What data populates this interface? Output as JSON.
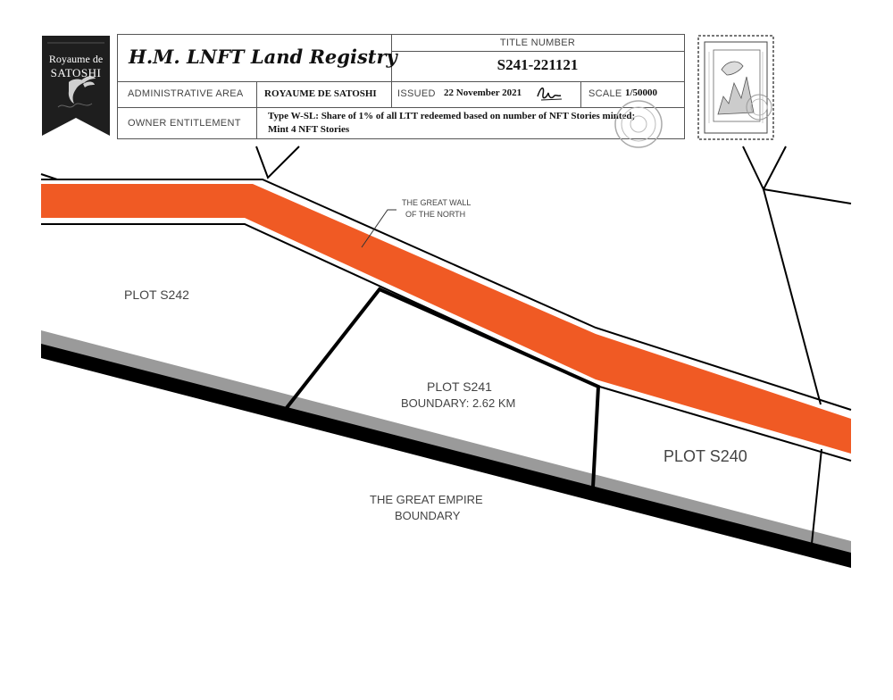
{
  "header": {
    "registry_title": "H.M. LNFT Land Registry",
    "title_number_label": "TITLE NUMBER",
    "title_number": "S241-221121",
    "admin_area_label": "ADMINISTRATIVE AREA",
    "admin_area": "ROYAUME DE SATOSHI",
    "issued_label": "ISSUED",
    "issued_date": "22 November 2021",
    "scale_label": "SCALE",
    "scale": "1/50000",
    "owner_label": "OWNER ENTITLEMENT",
    "owner_line1": "Type W-SL: Share of 1% of all LTT redeemed based on number of NFT Stories minted;",
    "owner_line2": "Mint 4 NFT Stories"
  },
  "badge": {
    "line1": "Royaume de",
    "line2": "SATOSHI"
  },
  "map": {
    "wall_label_line1": "THE GREAT WALL",
    "wall_label_line2": "OF THE NORTH",
    "plot_s242": "PLOT S242",
    "plot_s241": "PLOT S241",
    "plot_s241_boundary": "BOUNDARY: 2.62 KM",
    "plot_s240": "PLOT S240",
    "empire_line1": "THE GREAT EMPIRE",
    "empire_line2": "BOUNDARY"
  },
  "colors": {
    "wall": "#f05a24",
    "boundary_gray": "#9a9a9a",
    "boundary_black": "#000000",
    "ribbon": "#1e1e1e"
  }
}
